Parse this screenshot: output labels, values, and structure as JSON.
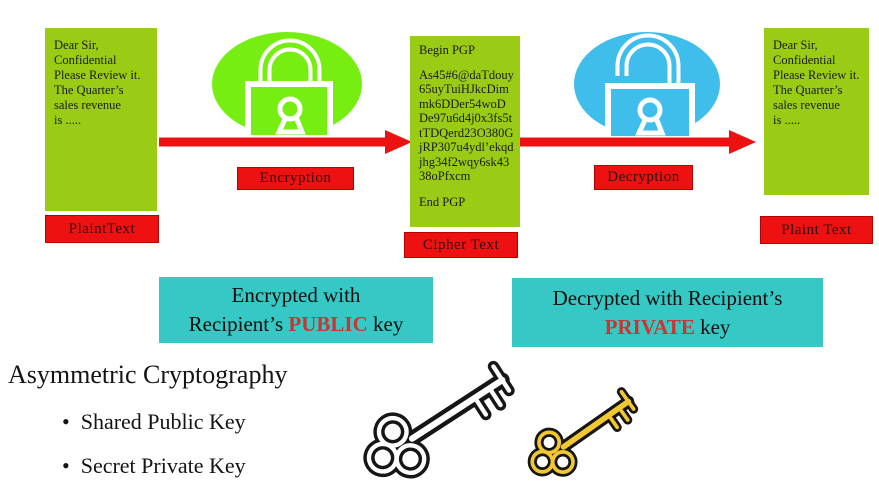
{
  "message_box_left": {
    "lines": [
      "Dear Sir,",
      "Confidential",
      "Please Review it.",
      "The Quarter’s",
      "sales revenue",
      "is ....."
    ]
  },
  "cipher_box": {
    "header": "Begin PGP",
    "lines": [
      "As45#6@daTdouy",
      "65uyTuiHJkcDim",
      "mk6DDer54woD",
      "De97u6d4j0x3fs5t",
      "tTDQerd23O380G",
      "jRP307u4ydl’ekqd",
      "jhg34f2wqy6sk43",
      "38oPfxcm"
    ],
    "footer": "End PGP"
  },
  "message_box_right": {
    "lines": [
      "Dear Sir,",
      "Confidential",
      "Please Review it.",
      "The Quarter’s",
      "sales revenue",
      "is ....."
    ]
  },
  "labels": {
    "plaintext_left": "PlaintText",
    "encryption": "Encryption",
    "cipher_text": "Cipher Text",
    "decryption": "Decryption",
    "plaintext_right": "Plaint Text"
  },
  "callout_public": {
    "line1": "Encrypted with",
    "line2_pre": "Recipient’s ",
    "line2_em": "PUBLIC",
    "line2_post": " key"
  },
  "callout_private": {
    "line1": "Decrypted with Recipient’s",
    "line2_em": "PRIVATE",
    "line2_post": " key"
  },
  "notes": {
    "heading": "Asymmetric Cryptography",
    "bullet_glyph": "•",
    "bullets": [
      "Shared Public Key",
      "Secret Private Key"
    ]
  },
  "icons": {
    "closed_lock": "closed-padlock-icon",
    "open_lock": "open-padlock-icon",
    "white_key": "white-skeleton-key-icon",
    "gold_key": "gold-skeleton-key-icon"
  },
  "colors": {
    "box_green": "#9ACB15",
    "ellipse_green": "#76EE12",
    "lock_cyan": "#3FBEEC",
    "callout_teal": "#36C8C4",
    "arrow_red": "#EE1111",
    "label_red": "#EE1111",
    "em_red": "#CC3333",
    "key_gold": "#F2C832"
  }
}
